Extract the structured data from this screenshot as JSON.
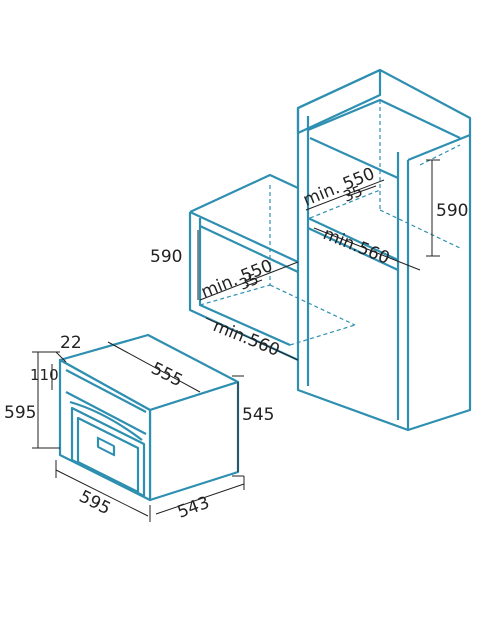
{
  "oven": {
    "width": "595",
    "depth_body": "543",
    "top_depth": "555",
    "side_height": "545",
    "front_height": "595",
    "panel_height": "110",
    "panel_thickness": "22"
  },
  "low_cabinet": {
    "height": "590",
    "min_width": "min. 550",
    "gap": "35",
    "min_depth": "min.560"
  },
  "tall_cabinet": {
    "height": "590",
    "min_width": "min. 550",
    "gap": "35",
    "min_depth": "min.560"
  }
}
